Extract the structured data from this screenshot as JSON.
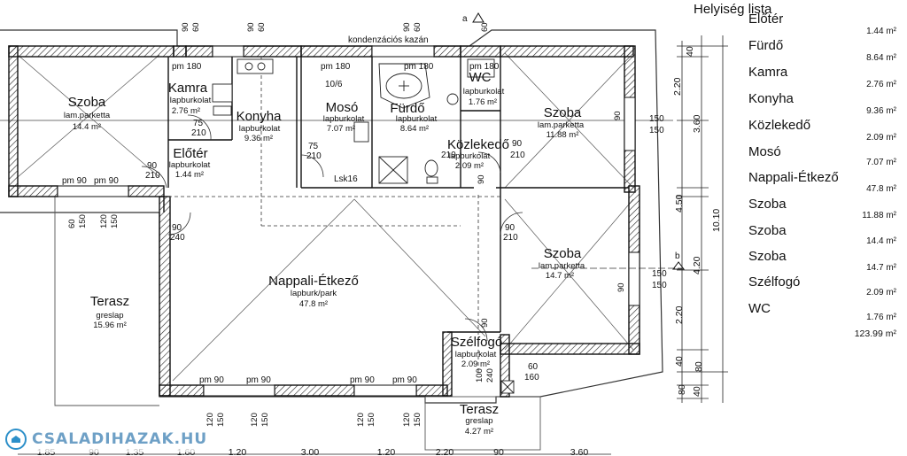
{
  "legend": {
    "title": "Helyiség lista",
    "rooms": [
      {
        "name": "Előtér",
        "area": "1.44 m²"
      },
      {
        "name": "Fürdő",
        "area": "8.64 m²"
      },
      {
        "name": "Kamra",
        "area": "2.76 m²"
      },
      {
        "name": "Konyha",
        "area": "9.36 m²"
      },
      {
        "name": "Közlekedő",
        "area": "2.09 m²"
      },
      {
        "name": "Mosó",
        "area": "7.07 m²"
      },
      {
        "name": "Nappali-Étkező",
        "area": "47.8 m²"
      },
      {
        "name": "Szoba",
        "area": "11.88 m²"
      },
      {
        "name": "Szoba",
        "area": "14.4 m²"
      },
      {
        "name": "Szoba",
        "area": "14.7 m²"
      },
      {
        "name": "Szélfogó",
        "area": "2.09 m²"
      },
      {
        "name": "WC",
        "area": "1.76 m²"
      }
    ],
    "total": "123.99 m²"
  },
  "rooms": [
    {
      "name": "Szoba",
      "floor": "lam.parketta",
      "area": "14.4 m²"
    },
    {
      "name": "Kamra",
      "floor": "lapburkolat",
      "area": "2.76 m²"
    },
    {
      "name": "Konyha",
      "floor": "lapburkolat",
      "area": "9.36 m²"
    },
    {
      "name": "Mosó",
      "floor": "lapburkolat",
      "area": "7.07 m²"
    },
    {
      "name": "Fürdő",
      "floor": "lapburkolat",
      "area": "8.64 m²"
    },
    {
      "name": "WC",
      "floor": "lapburkolat",
      "area": "1.76 m²"
    },
    {
      "name": "Szoba",
      "floor": "lam.parketta",
      "area": "11.88 m²"
    },
    {
      "name": "Előtér",
      "floor": "lapburkolat",
      "area": "1.44 m²"
    },
    {
      "name": "Közlekedő",
      "floor": "lapburkolat",
      "area": "2.09 m²"
    },
    {
      "name": "Nappali-Étkező",
      "floor": "lapburk/park",
      "area": "47.8 m²"
    },
    {
      "name": "Szoba",
      "floor": "lam.parketta",
      "area": "14.7 m²"
    },
    {
      "name": "Terasz",
      "floor": "greslap",
      "area": "15.96 m²"
    },
    {
      "name": "Szélfogó",
      "floor": "lapburkolat",
      "area": "2.09 m²"
    },
    {
      "name": "Terasz",
      "floor": "greslap",
      "area": "4.27 m²"
    }
  ],
  "annotations": {
    "kazan": "kondenzációs kazán",
    "lsk": "Lsk16",
    "pm180": "pm 180",
    "pm90": "pm 90",
    "w150": "150",
    "w120": "120",
    "w60": "60",
    "w75": "75",
    "w90": "90",
    "w210": "210",
    "w240": "240",
    "w160": "160",
    "w100": "100",
    "d106": "10/6",
    "sec_a": "a",
    "sec_b": "b"
  },
  "dims_bottom": [
    "1.85",
    "90",
    "1.35",
    "1.60",
    "1.20",
    "3.00",
    "1.20",
    "2.20",
    "90",
    "3.60"
  ],
  "dims_right": [
    "40",
    "2.20",
    "3.60",
    "4.50",
    "4.20",
    "2.20",
    "40",
    "80",
    "40",
    "80",
    "10.10"
  ],
  "watermark": "CSALADIHAZAK.HU"
}
